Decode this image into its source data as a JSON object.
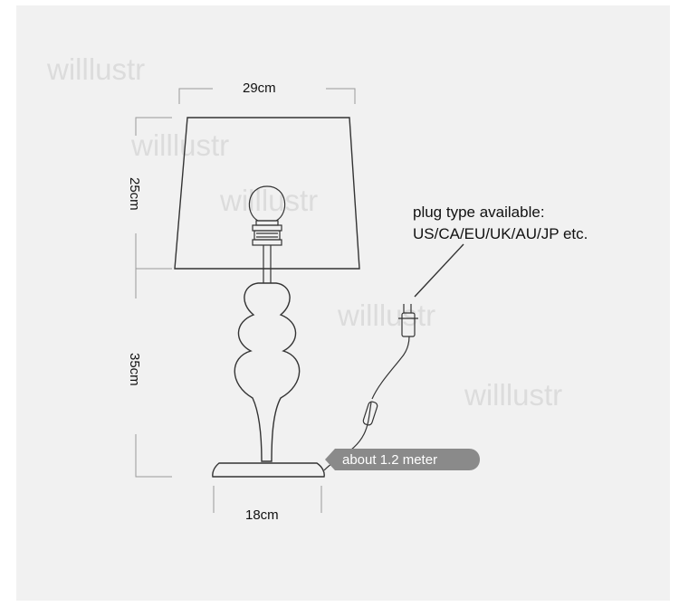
{
  "watermark": "willlustr",
  "dimensions": {
    "shade_width": "29cm",
    "shade_height": "25cm",
    "base_height": "35cm",
    "base_width": "18cm"
  },
  "plug": {
    "line1": "plug type available:",
    "line2": "US/CA/EU/UK/AU/JP etc."
  },
  "cable_label": "about 1.2 meter",
  "colors": {
    "background": "#f1f1f1",
    "line": "#333333",
    "guide": "#999999",
    "pill": "#8a8a8a"
  }
}
